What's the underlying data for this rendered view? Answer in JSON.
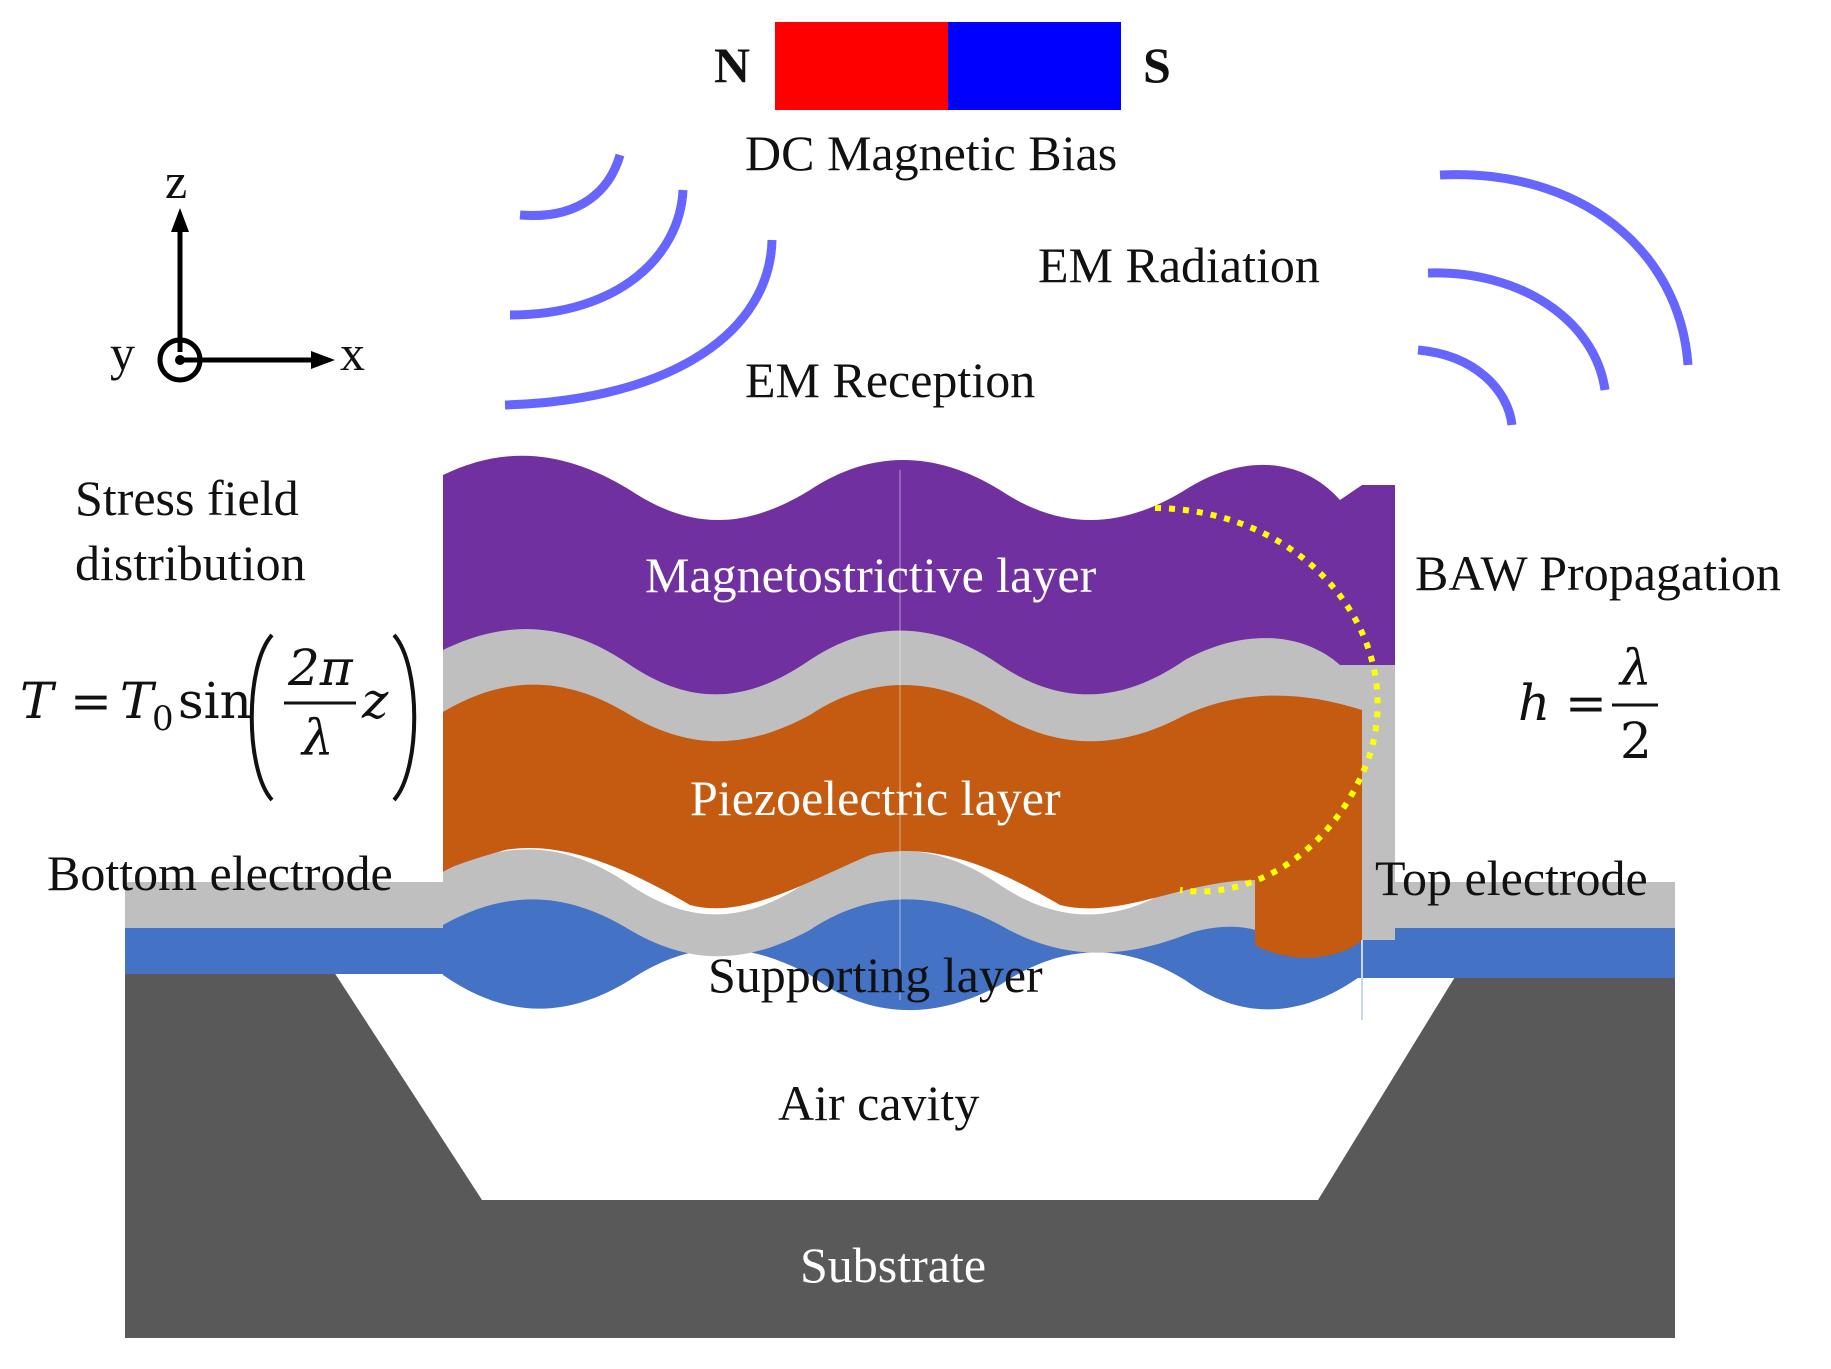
{
  "magnet": {
    "north_label": "N",
    "south_label": "S",
    "north_color": "#ff0000",
    "south_color": "#0000ff"
  },
  "labels": {
    "dc_bias": "DC Magnetic Bias",
    "em_radiation": "EM Radiation",
    "em_reception": "EM Reception",
    "stress_field_line1": "Stress field",
    "stress_field_line2": "distribution",
    "baw_propagation": "BAW Propagation",
    "magnetostrictive": "Magnetostrictive layer",
    "piezoelectric": "Piezoelectric layer",
    "bottom_electrode": "Bottom electrode",
    "top_electrode": "Top electrode",
    "supporting": "Supporting layer",
    "air_cavity": "Air cavity",
    "substrate": "Substrate"
  },
  "axes": {
    "z": "z",
    "y": "y",
    "x": "x"
  },
  "equations": {
    "stress": {
      "lhs": "T",
      "eq": "=",
      "t0": "T",
      "t0_sub": "0",
      "func": "sin",
      "num": "2π",
      "den": "λ",
      "var": "z"
    },
    "thickness": {
      "lhs": "h",
      "eq": "=",
      "num": "λ",
      "den": "2"
    }
  },
  "colors": {
    "magnetostrictive": "#7030a0",
    "piezoelectric": "#c55a11",
    "electrode": "#bfbfbf",
    "supporting": "#4472c4",
    "substrate": "#595959",
    "em_wave": "#6666ff",
    "baw_path": "#ffff00"
  }
}
